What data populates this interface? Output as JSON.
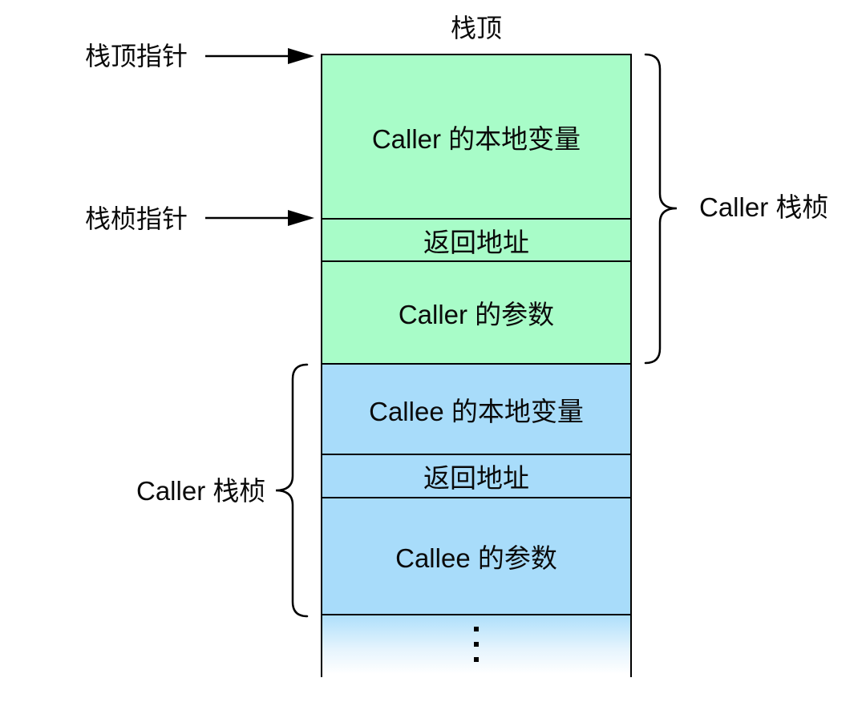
{
  "title": "栈顶",
  "pointers": {
    "top": {
      "label": "栈顶指针"
    },
    "frame": {
      "label": "栈桢指针"
    }
  },
  "sections": {
    "caller_locals": "Caller 的本地变量",
    "caller_return": "返回地址",
    "caller_params": "Caller 的参数",
    "callee_locals": "Callee 的本地变量",
    "callee_return": "返回地址",
    "callee_params": "Callee 的参数"
  },
  "braces": {
    "right_label": "Caller 栈桢",
    "left_label": "Caller 栈桢"
  },
  "colors": {
    "caller_frame": "#a8fcc8",
    "callee_frame": "#a8dcfa",
    "outline": "#000000"
  }
}
